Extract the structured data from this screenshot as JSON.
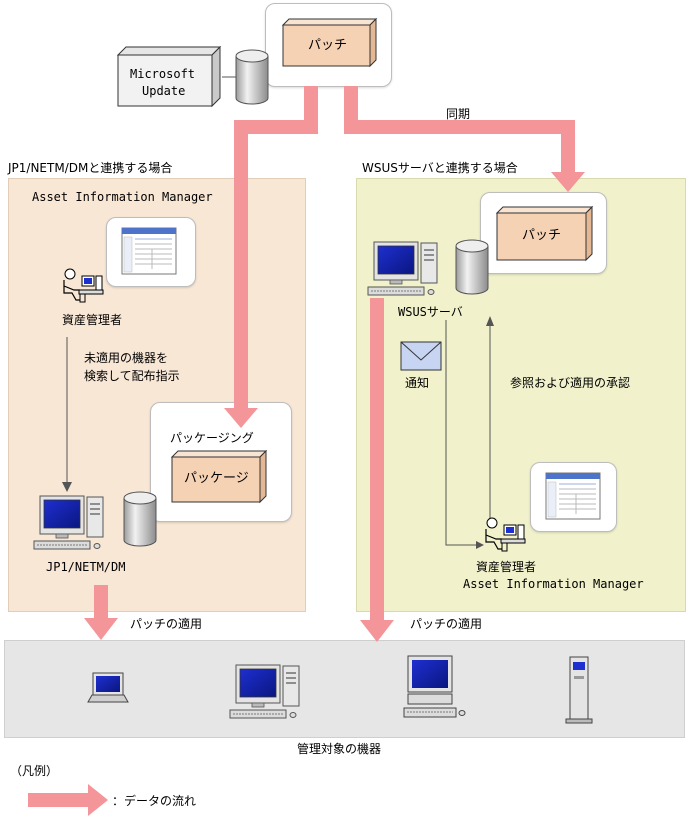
{
  "top": {
    "patch_label": "パッチ",
    "ms_update_label_1": "Microsoft",
    "ms_update_label_2": "Update",
    "sync_label": "同期"
  },
  "left_panel": {
    "title": "JP1/NETM/DMと連携する場合",
    "aim_label": "Asset Information Manager",
    "admin_label": "資産管理者",
    "instruction_line1": "未適用の機器を",
    "instruction_line2": "検索して配布指示",
    "packaging_label": "パッケージング",
    "package_label": "パッケージ",
    "server_label": "JP1/NETM/DM",
    "apply_label": "パッチの適用"
  },
  "right_panel": {
    "title": "WSUSサーバと連携する場合",
    "patch_label": "パッチ",
    "server_label": "WSUSサーバ",
    "notify_label": "通知",
    "approve_label": "参照および適用の承認",
    "admin_label": "資産管理者",
    "aim_label": "Asset Information Manager",
    "apply_label": "パッチの適用"
  },
  "bottom": {
    "managed_devices_label": "管理対象の機器"
  },
  "legend": {
    "title": "（凡例）",
    "flow_label": "：データの流れ"
  },
  "colors": {
    "flow_arrow": "#f4959a",
    "left_panel_bg": "#f9e7d6",
    "right_panel_bg": "#f1f2cc",
    "bottom_panel_bg": "#e6e6e6",
    "box_face": "#f6d2b5"
  }
}
